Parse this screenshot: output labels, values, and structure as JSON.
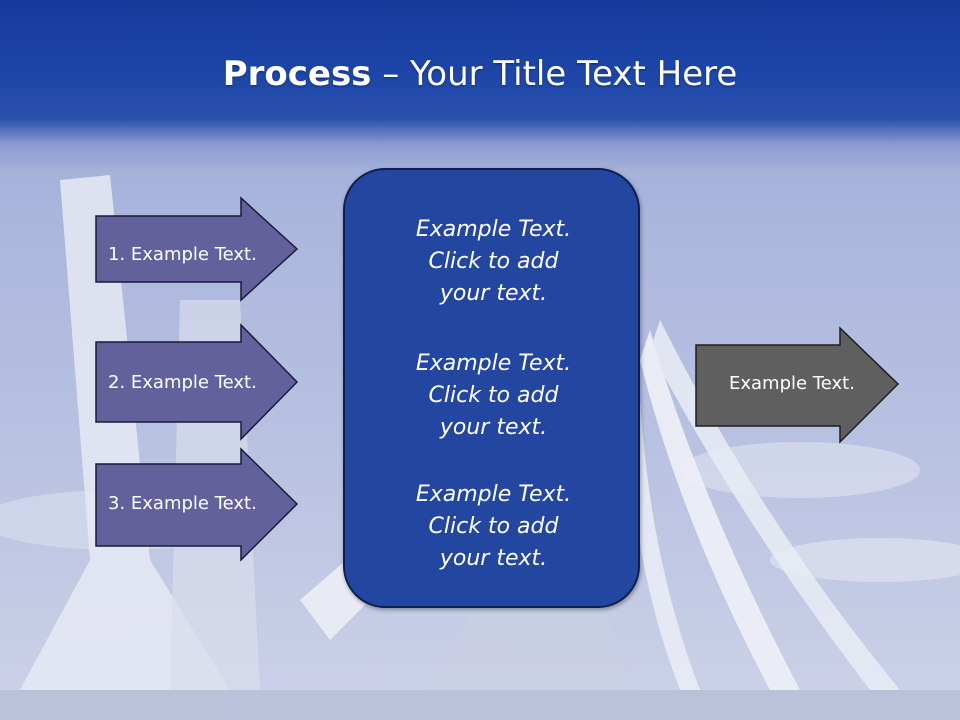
{
  "slide": {
    "title_bold": "Process",
    "title_rest": " – Your Title Text Here"
  },
  "inputs": [
    {
      "label": "1. Example Text."
    },
    {
      "label": "2. Example Text."
    },
    {
      "label": "3. Example Text."
    }
  ],
  "center_box": {
    "blocks": [
      {
        "lines": [
          "Example Text.",
          "Click  to add",
          "your text."
        ]
      },
      {
        "lines": [
          "Example Text.",
          "Click  to add",
          "your text."
        ]
      },
      {
        "lines": [
          "Example Text.",
          "Click  to add",
          "your text."
        ]
      }
    ]
  },
  "output": {
    "label": "Example Text."
  },
  "colors": {
    "title_band": "#1d46a8",
    "input_arrow_fill": "#63619c",
    "center_box_fill": "#2346a0",
    "output_arrow_fill": "#5f5f5f"
  }
}
